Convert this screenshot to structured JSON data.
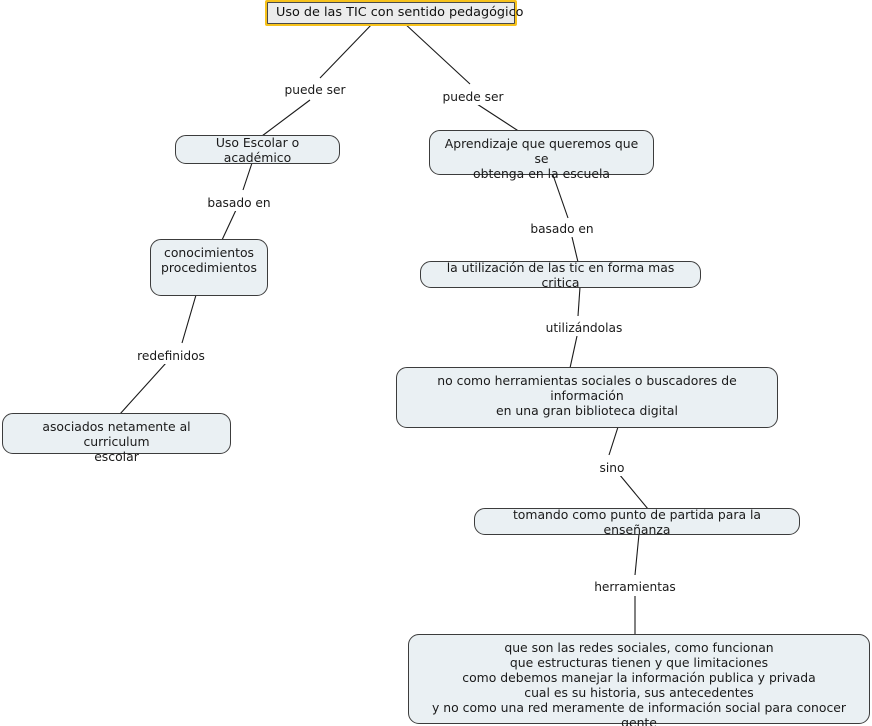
{
  "map": {
    "title": "Uso de las TIC con sentido pedagógico",
    "background_color": "#ffffff",
    "node_fill": "#eaf0f3",
    "node_border": "#3c3c3c",
    "root_highlight": "#f7c21b",
    "root_fill": "#ececec",
    "edge_color": "#1a1a1a"
  },
  "nodes": {
    "root": "Uso de las TIC con sentido pedagógico",
    "uso_escolar": "Uso Escolar o académico",
    "aprendizaje": "Aprendizaje que queremos que se\nobtenga en la escuela",
    "conocimientos": "conocimientos\nprocedimientos",
    "utilizacion": "la utilización de las tic en forma mas critica",
    "asociados": "asociados netamente al curriculum\nescolar",
    "no_como": "no como herramientas sociales o buscadores de información\nen una gran biblioteca digital",
    "tomando": "tomando como punto de partida para la enseñanza",
    "que_son": "que son las  redes sociales, como funcionan\nque estructuras tienen y que limitaciones\ncomo debemos manejar la información publica y privada\ncual es su historia, sus antecedentes\ny no como una red meramente de información social para conocer gente"
  },
  "edge_labels": {
    "puede_ser_left": "puede ser",
    "puede_ser_right": "puede ser",
    "basado_en_left": "basado en",
    "basado_en_right": "basado en",
    "redefinidos": "redefinidos",
    "utilizandolas": "utilizándolas",
    "sino": "sino",
    "herramientas": "herramientas"
  }
}
